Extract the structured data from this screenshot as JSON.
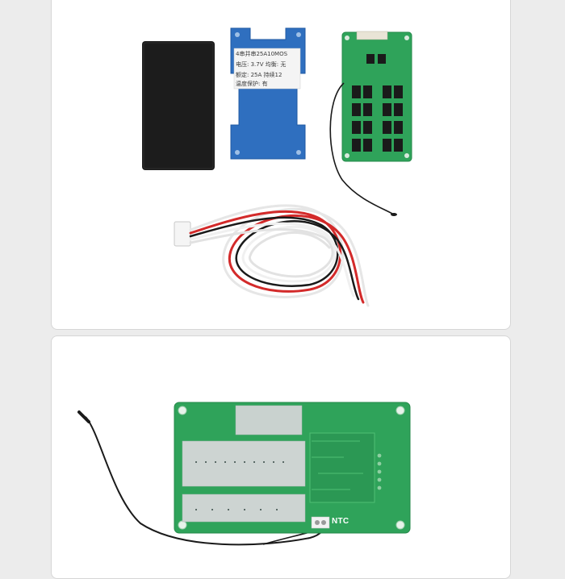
{
  "sticker": {
    "line1": "4串并串25A10MOS",
    "line2": "电压: 3.7V  均衡: 无",
    "line3": "额定: 25A 持续12",
    "line4": "温度保护: 有"
  },
  "board_label": "NTC",
  "colors": {
    "page_bg": "#ececec",
    "panel_bg": "#ffffff",
    "pcb_green": "#2fa35a",
    "heat_plate_blue": "#2f6fbf",
    "pad_black": "#1c1c1c",
    "wire_red": "#d32a2a",
    "wire_white": "#f2f2f2",
    "wire_black": "#1a1a1a"
  }
}
